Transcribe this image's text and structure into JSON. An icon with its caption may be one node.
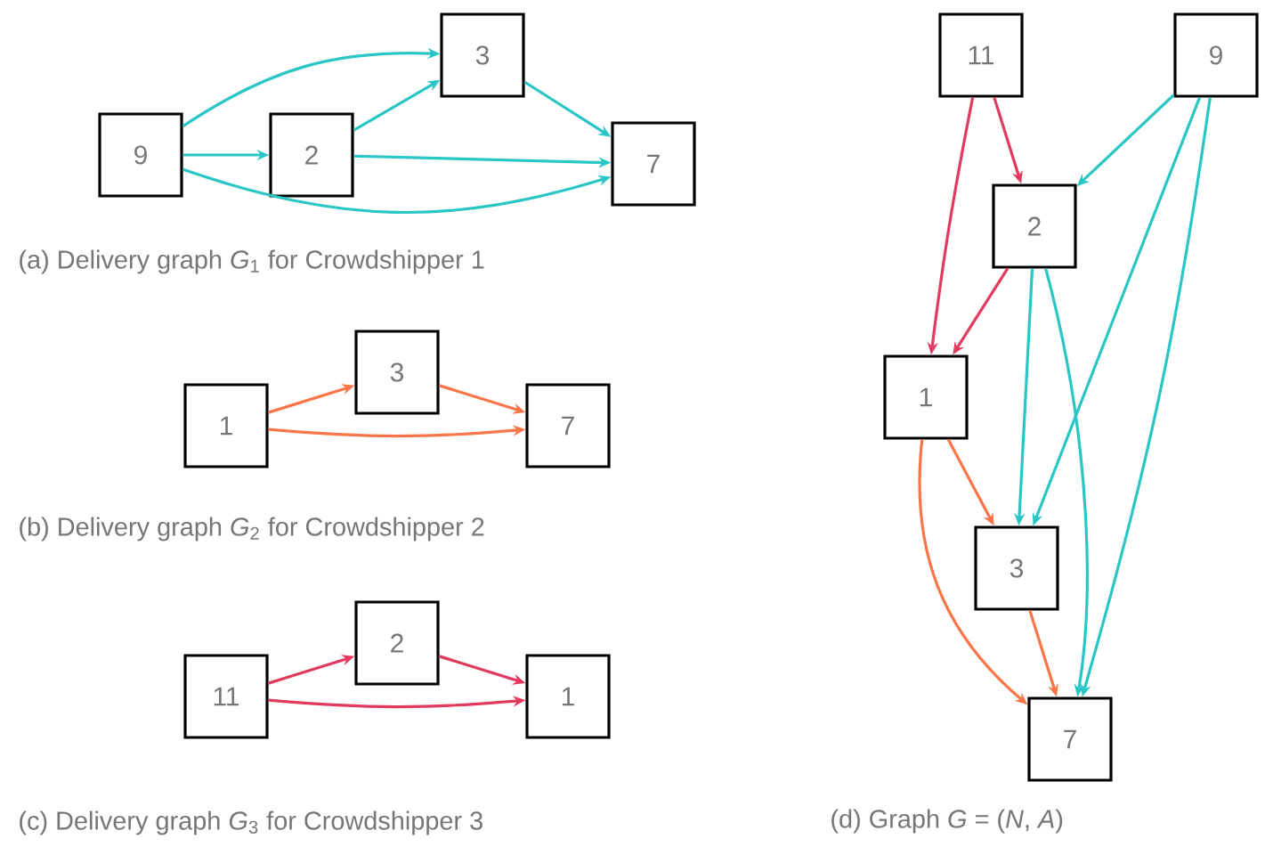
{
  "diagram": {
    "nodes": [
      {
        "text": [
          "9"
        ]
      },
      {
        "text": [
          "2"
        ]
      },
      {
        "text": [
          "3"
        ]
      },
      {
        "text": [
          "7"
        ]
      },
      {
        "text": [
          "1"
        ]
      },
      {
        "text": [
          "3"
        ]
      },
      {
        "text": [
          "7"
        ]
      },
      {
        "text": [
          "11"
        ]
      },
      {
        "text": [
          "2"
        ]
      },
      {
        "text": [
          "1"
        ]
      },
      {
        "text": [
          "11"
        ]
      },
      {
        "text": [
          "9"
        ]
      },
      {
        "text": [
          "2"
        ]
      },
      {
        "text": [
          "1"
        ]
      },
      {
        "text": [
          "3"
        ]
      },
      {
        "text": [
          "7"
        ]
      }
    ],
    "edges": [
      {
        "from": 0,
        "to": 2,
        "arrow": "to"
      },
      {
        "from": 0,
        "to": 1,
        "arrow": "to"
      },
      {
        "from": 1,
        "to": 2,
        "arrow": "to"
      },
      {
        "from": 1,
        "to": 3,
        "arrow": "to"
      },
      {
        "from": 2,
        "to": 3,
        "arrow": "to"
      },
      {
        "from": 0,
        "to": 3,
        "arrow": "to"
      },
      {
        "from": 4,
        "to": 5,
        "arrow": "to",
        "color": "#fa7548"
      },
      {
        "from": 5,
        "to": 6,
        "arrow": "to",
        "color": "#fa7548"
      },
      {
        "from": 4,
        "to": 6,
        "arrow": "to",
        "color": "#fa7548"
      },
      {
        "from": 7,
        "to": 8,
        "arrow": "to",
        "color": "#e23a5e"
      },
      {
        "from": 8,
        "to": 9,
        "arrow": "to",
        "color": "#e23a5e"
      },
      {
        "from": 7,
        "to": 9,
        "arrow": "to",
        "color": "#e23a5e"
      },
      {
        "from": 10,
        "to": 13,
        "arrow": "to",
        "color": "#e23a5e"
      },
      {
        "from": 10,
        "to": 12,
        "arrow": "to",
        "color": "#e23a5e"
      },
      {
        "from": 11,
        "to": 12,
        "arrow": "to"
      },
      {
        "from": 11,
        "to": 14,
        "arrow": "to"
      },
      {
        "from": 11,
        "to": 15,
        "arrow": "to"
      },
      {
        "from": 12,
        "to": 13,
        "arrow": "to",
        "color": "#e23a5e"
      },
      {
        "from": 12,
        "to": 14,
        "arrow": "to"
      },
      {
        "from": 12,
        "to": 15,
        "arrow": "to"
      },
      {
        "from": 13,
        "to": 14,
        "arrow": "to",
        "color": "#fa7548"
      },
      {
        "from": 13,
        "to": 15,
        "arrow": "to",
        "color": "#fa7548"
      },
      {
        "from": 14,
        "to": 15,
        "arrow": "to",
        "color": "#fa7548"
      }
    ],
    "labels": [
      "(a) Delivery graph *G*$_{1}$ for Crowdshipper 1",
      "(b) Delivery graph *G*$_{2}$ for Crowdshipper 2",
      "(c) Delivery graph *G*$_{3}$ for Crowdshipper 3",
      "(d) Graph *G* = (*N*, *A*)"
    ]
  }
}
